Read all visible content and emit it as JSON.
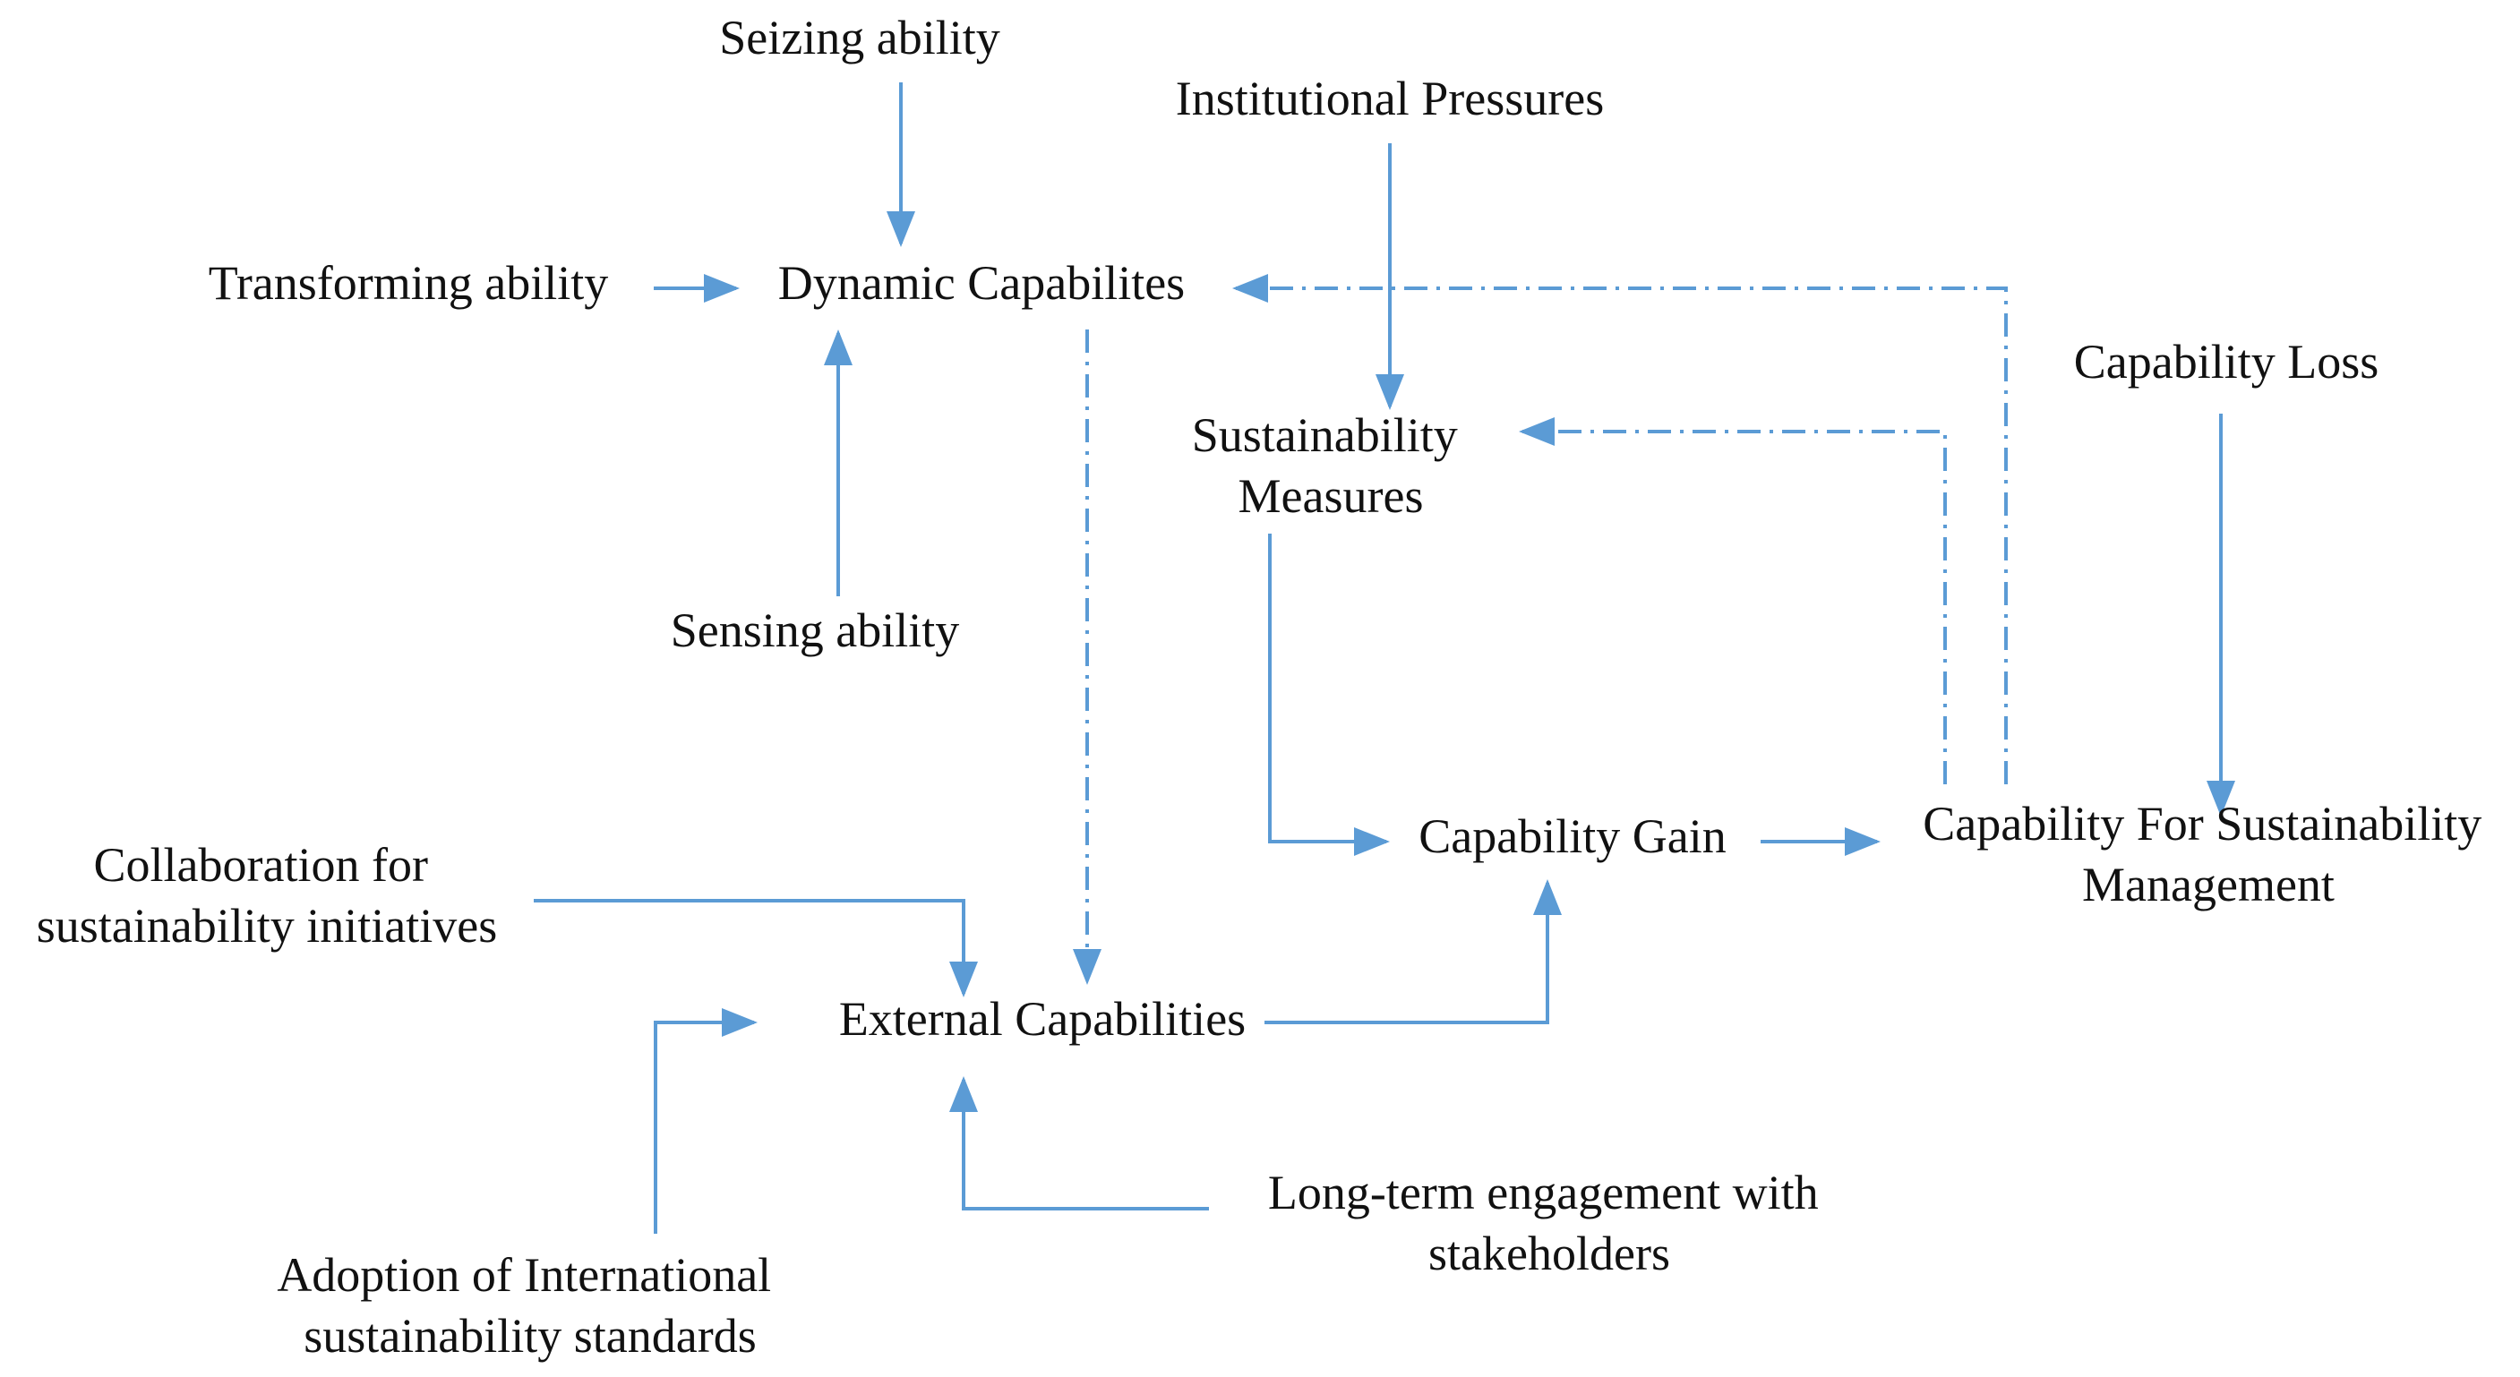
{
  "colors": {
    "arrow": "#5b9bd5",
    "text": "#111111",
    "background": "#ffffff"
  },
  "nodes": {
    "seizing": [
      "Seizing ability"
    ],
    "institutional": [
      "Institutional Pressures"
    ],
    "transforming": [
      "Transforming ability"
    ],
    "dynamic": [
      "Dynamic Capabilites"
    ],
    "capability_loss": [
      "Capability Loss"
    ],
    "sustainability_measures": [
      "Sustainability",
      "Measures"
    ],
    "sensing": [
      "Sensing ability"
    ],
    "collaboration": [
      "Collaboration for",
      "sustainability initiatives"
    ],
    "capability_gain": [
      "Capability Gain"
    ],
    "capability_for": [
      "Capability For Sustainability",
      "Management"
    ],
    "external": [
      "External Capabilities"
    ],
    "long_term": [
      "Long-term engagement with",
      "stakeholders"
    ],
    "adoption": [
      "Adoption of International",
      "sustainability standards"
    ]
  },
  "edges": [
    {
      "from": "seizing",
      "to": "dynamic",
      "style": "solid"
    },
    {
      "from": "transforming",
      "to": "dynamic",
      "style": "solid"
    },
    {
      "from": "sensing",
      "to": "dynamic",
      "style": "solid"
    },
    {
      "from": "institutional",
      "to": "sustainability_measures",
      "style": "solid"
    },
    {
      "from": "sustainability_measures",
      "to": "capability_gain",
      "style": "solid"
    },
    {
      "from": "capability_gain",
      "to": "capability_for",
      "style": "solid"
    },
    {
      "from": "capability_loss",
      "to": "capability_for",
      "style": "solid"
    },
    {
      "from": "dynamic",
      "to": "external",
      "style": "dash-dot"
    },
    {
      "from": "capability_for",
      "to": "dynamic",
      "style": "dash-dot"
    },
    {
      "from": "capability_for",
      "to": "sustainability_measures",
      "style": "dash-dot"
    },
    {
      "from": "collaboration",
      "to": "external",
      "style": "solid"
    },
    {
      "from": "adoption",
      "to": "external",
      "style": "solid"
    },
    {
      "from": "long_term",
      "to": "external",
      "style": "solid"
    },
    {
      "from": "external",
      "to": "capability_gain",
      "style": "solid"
    }
  ]
}
